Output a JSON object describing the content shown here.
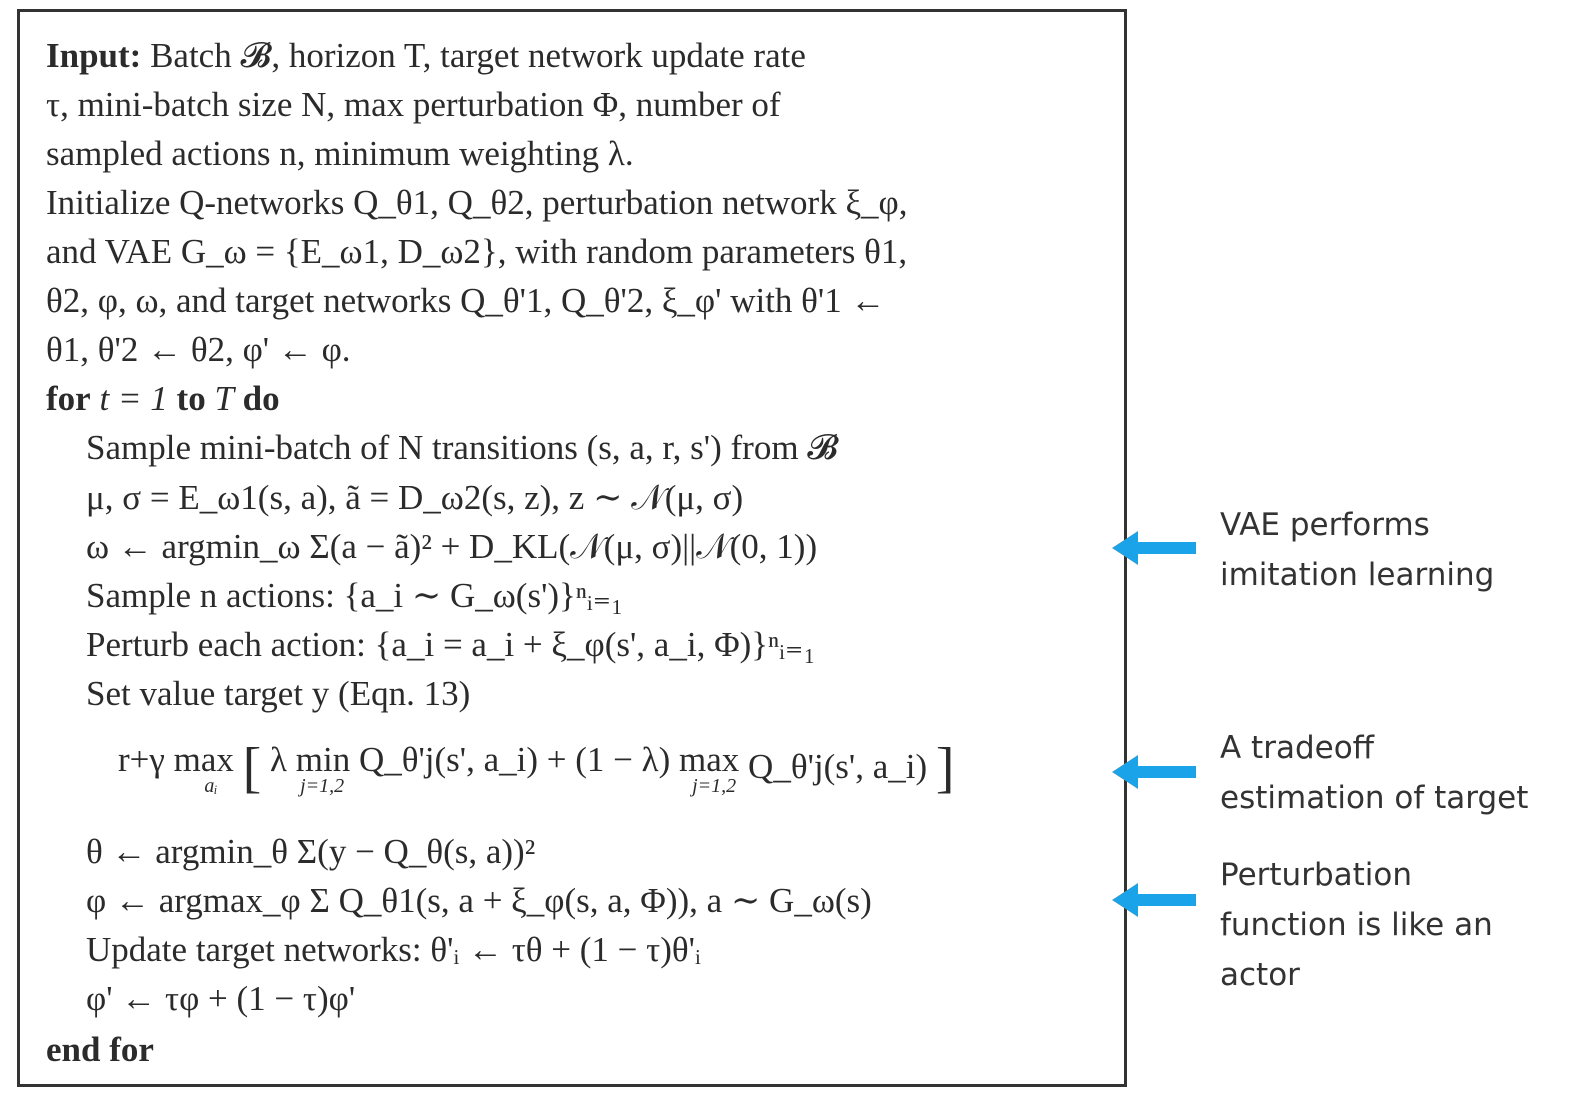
{
  "algorithm": {
    "input_label": "Input:",
    "input_lines": [
      "Batch 𝓑, horizon T, target network update rate",
      "τ, mini-batch size N, max perturbation Φ, number of",
      "sampled actions n, minimum weighting λ."
    ],
    "init_lines": [
      "Initialize Q-networks Q_θ1, Q_θ2, perturbation network ξ_φ,",
      "and VAE G_ω = {E_ω1, D_ω2}, with random parameters θ1,",
      "θ2, φ, ω, and target networks Q_θ'1, Q_θ'2, ξ_φ' with θ'1 ←",
      "θ1, θ'2 ← θ2, φ' ← φ."
    ],
    "for_kw": "for",
    "for_cond": "t = 1",
    "to_kw": "to",
    "for_end": "T",
    "do_kw": "do",
    "body": {
      "sample_batch": "Sample mini-batch of N transitions (s, a, r, s') from 𝓑",
      "vae_forward": "μ, σ = E_ω1(s, a),   ã = D_ω2(s, z),   z ∼ 𝒩(μ, σ)",
      "vae_update": "ω ← argmin_ω Σ(a − ã)² + D_KL(𝒩(μ, σ)||𝒩(0, 1))",
      "sample_actions": "Sample n actions: {a_i ∼ G_ω(s')}ⁿᵢ₌₁",
      "perturb": "Perturb each action: {a_i = a_i + ξ_φ(s', a_i, Φ)}ⁿᵢ₌₁",
      "set_target": "Set value target y (Eqn. 13)",
      "target_prefix": "r+γ max",
      "target_prefix_sub": "aᵢ",
      "target_lambda": "λ min",
      "target_min_sub": "j=1,2",
      "target_q1": "Q_θ'j(s', a_i) + (1 − λ) max",
      "target_max_sub": "j=1,2",
      "target_q2": "Q_θ'j(s', a_i)",
      "critic_update": "θ ← argmin_θ Σ(y − Q_θ(s, a))²",
      "actor_update": "φ ← argmax_φ Σ Q_θ1(s, a + ξ_φ(s, a, Φ)), a ∼ G_ω(s)",
      "target_update_1": "Update target networks: θ'ᵢ ← τθ + (1 − τ)θ'ᵢ",
      "target_update_2": "φ' ← τφ + (1 − τ)φ'"
    },
    "end_kw": "end for"
  },
  "annotations": [
    {
      "line1": "VAE performs",
      "line2": "imitation learning"
    },
    {
      "line1": "A tradeoff",
      "line2": "estimation of target"
    },
    {
      "line1": "Perturbation",
      "line2": "function is like an",
      "line3": "actor"
    }
  ],
  "arrow_color": "#1aa3e8"
}
